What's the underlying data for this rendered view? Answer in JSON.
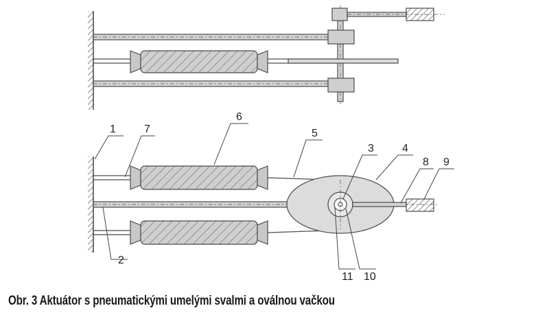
{
  "caption": "Obr. 3 Aktuátor s pneumatickými umelými svalmi a oválnou vačkou",
  "callouts": [
    "1",
    "2",
    "3",
    "4",
    "5",
    "6",
    "7",
    "8",
    "9",
    "10",
    "11"
  ],
  "colors": {
    "line": "#4a4a4a",
    "rod_fill": "#d4d4d4",
    "muscle_fill": "#c8c8c8",
    "cam_fill": "#dcdcdc",
    "hatch": "#6a6a6a"
  }
}
